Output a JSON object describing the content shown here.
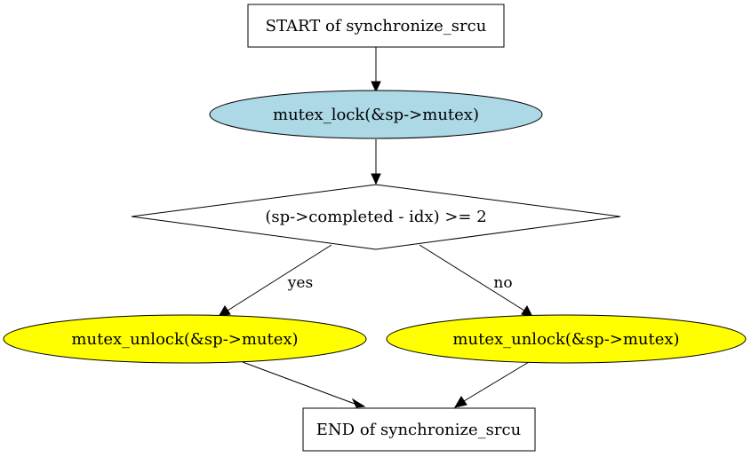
{
  "diagram": {
    "colors": {
      "lock_fill": "#add8e6",
      "unlock_fill": "#ffff00",
      "box_fill": "#ffffff",
      "decision_fill": "#ffffff",
      "stroke": "#000000"
    },
    "nodes": {
      "start": {
        "label": "START of synchronize_srcu"
      },
      "lock": {
        "label": "mutex_lock(&sp->mutex)"
      },
      "decision": {
        "label": "(sp->completed - idx) >= 2"
      },
      "unlock_yes": {
        "label": "mutex_unlock(&sp->mutex)"
      },
      "unlock_no": {
        "label": "mutex_unlock(&sp->mutex)"
      },
      "end": {
        "label": "END of synchronize_srcu"
      }
    },
    "edges": {
      "yes": {
        "label": "yes"
      },
      "no": {
        "label": "no"
      }
    }
  }
}
